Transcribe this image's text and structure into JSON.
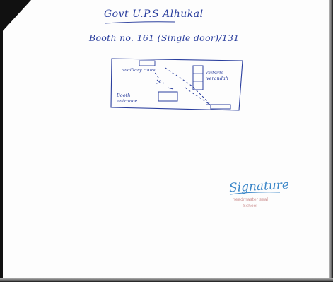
{
  "document": {
    "title": "Govt U.P.S Alhukal",
    "booth_line": "Booth no. 161 (Single door)/131",
    "sketch": {
      "label_left_top": "ancillary room",
      "label_right": "outside verandah",
      "label_bottom": "Booth entrance"
    },
    "signature": "Signature",
    "stamp_line1": "headmaster seal",
    "stamp_line2": "School"
  },
  "colors": {
    "ink": "#2b3f9e",
    "signature_ink": "#3a86c8",
    "stamp_ink": "#c98a8a",
    "paper": "#fdfdfd",
    "background": "#1a1a1a"
  }
}
